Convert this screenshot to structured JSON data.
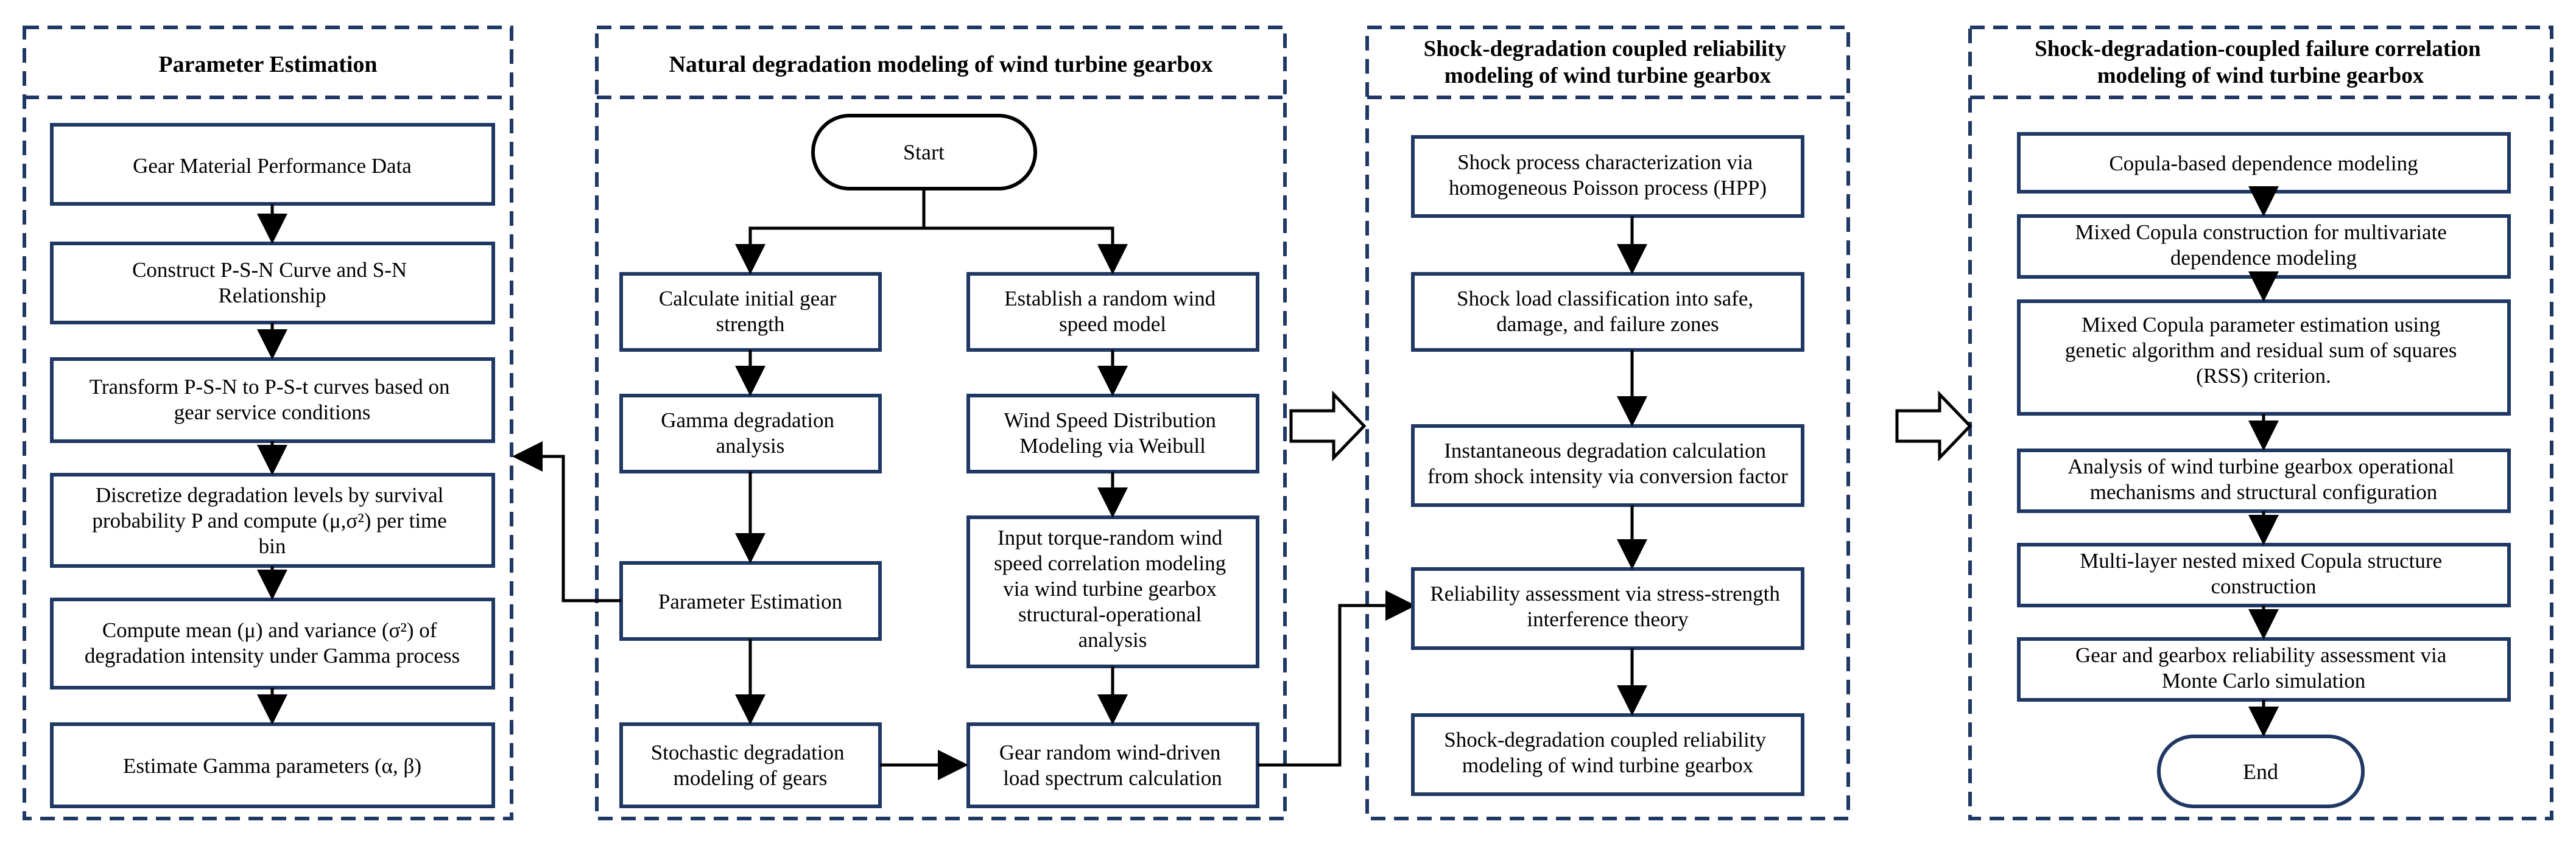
{
  "colors": {
    "box_border": "#1f3864",
    "panel_dash": "#1f3864",
    "arrow": "#000000",
    "text": "#000000",
    "background": "#ffffff"
  },
  "panels": [
    {
      "id": "p1",
      "title_lines": [
        "Parameter Estimation"
      ],
      "nodes": [
        {
          "id": "p1n1",
          "lines": [
            "Gear Material Performance Data"
          ]
        },
        {
          "id": "p1n2",
          "lines": [
            "Construct P-S-N Curve and S-N",
            "Relationship"
          ]
        },
        {
          "id": "p1n3",
          "lines": [
            "Transform P-S-N to P-S-t curves based on",
            "gear service conditions"
          ]
        },
        {
          "id": "p1n4",
          "lines": [
            "Discretize degradation levels by survival",
            "probability P and compute (μ,σ²) per time",
            "bin"
          ]
        },
        {
          "id": "p1n5",
          "lines": [
            "Compute mean (μ) and variance (σ²) of",
            "degradation intensity under Gamma process"
          ]
        },
        {
          "id": "p1n6",
          "lines": [
            "Estimate Gamma parameters (α, β)"
          ]
        }
      ]
    },
    {
      "id": "p2",
      "title_lines": [
        "Natural degradation modeling of wind turbine gearbox"
      ],
      "nodes": [
        {
          "id": "start",
          "lines": [
            "Start"
          ]
        },
        {
          "id": "p2l1",
          "lines": [
            "Calculate initial gear",
            "strength"
          ]
        },
        {
          "id": "p2l2",
          "lines": [
            "Gamma degradation",
            "analysis"
          ]
        },
        {
          "id": "p2l3",
          "lines": [
            "Parameter Estimation"
          ]
        },
        {
          "id": "p2l4",
          "lines": [
            "Stochastic degradation",
            "modeling of gears"
          ]
        },
        {
          "id": "p2r1",
          "lines": [
            "Establish a random wind",
            "speed model"
          ]
        },
        {
          "id": "p2r2",
          "lines": [
            "Wind Speed Distribution",
            "Modeling via Weibull"
          ]
        },
        {
          "id": "p2r3",
          "lines": [
            "Input torque-random wind",
            "speed correlation modeling",
            "via wind turbine gearbox",
            "structural-operational",
            "analysis"
          ]
        },
        {
          "id": "p2r4",
          "lines": [
            "Gear random wind-driven",
            "load spectrum calculation"
          ]
        }
      ]
    },
    {
      "id": "p3",
      "title_lines": [
        "Shock-degradation coupled reliability",
        "modeling of wind turbine gearbox"
      ],
      "nodes": [
        {
          "id": "p3n1",
          "lines": [
            "Shock process characterization via",
            "homogeneous Poisson process (HPP)"
          ]
        },
        {
          "id": "p3n2",
          "lines": [
            "Shock load classification into safe,",
            "damage, and failure zones"
          ]
        },
        {
          "id": "p3n3",
          "lines": [
            "Instantaneous degradation calculation",
            "from shock intensity via conversion factor"
          ]
        },
        {
          "id": "p3n4",
          "lines": [
            "Reliability assessment via stress-strength",
            "interference  theory"
          ]
        },
        {
          "id": "p3n5",
          "lines": [
            "Shock-degradation coupled reliability",
            "modeling of wind turbine gearbox"
          ]
        }
      ]
    },
    {
      "id": "p4",
      "title_lines": [
        "Shock-degradation-coupled failure correlation",
        "modeling of wind turbine gearbox"
      ],
      "nodes": [
        {
          "id": "p4n1",
          "lines": [
            "Copula-based dependence modeling"
          ]
        },
        {
          "id": "p4n2",
          "lines": [
            "Mixed Copula construction for multivariate",
            "dependence modeling"
          ]
        },
        {
          "id": "p4n3",
          "lines": [
            "Mixed Copula parameter estimation using",
            "genetic algorithm and residual sum of squares",
            "(RSS) criterion."
          ]
        },
        {
          "id": "p4n4",
          "lines": [
            "Analysis of wind turbine gearbox operational",
            "mechanisms and structural configuration"
          ]
        },
        {
          "id": "p4n5",
          "lines": [
            "Multi-layer nested mixed Copula structure",
            "construction"
          ]
        },
        {
          "id": "p4n6",
          "lines": [
            "Gear and gearbox reliability assessment via",
            "Monte Carlo simulation"
          ]
        },
        {
          "id": "end",
          "lines": [
            "End"
          ]
        }
      ]
    }
  ]
}
